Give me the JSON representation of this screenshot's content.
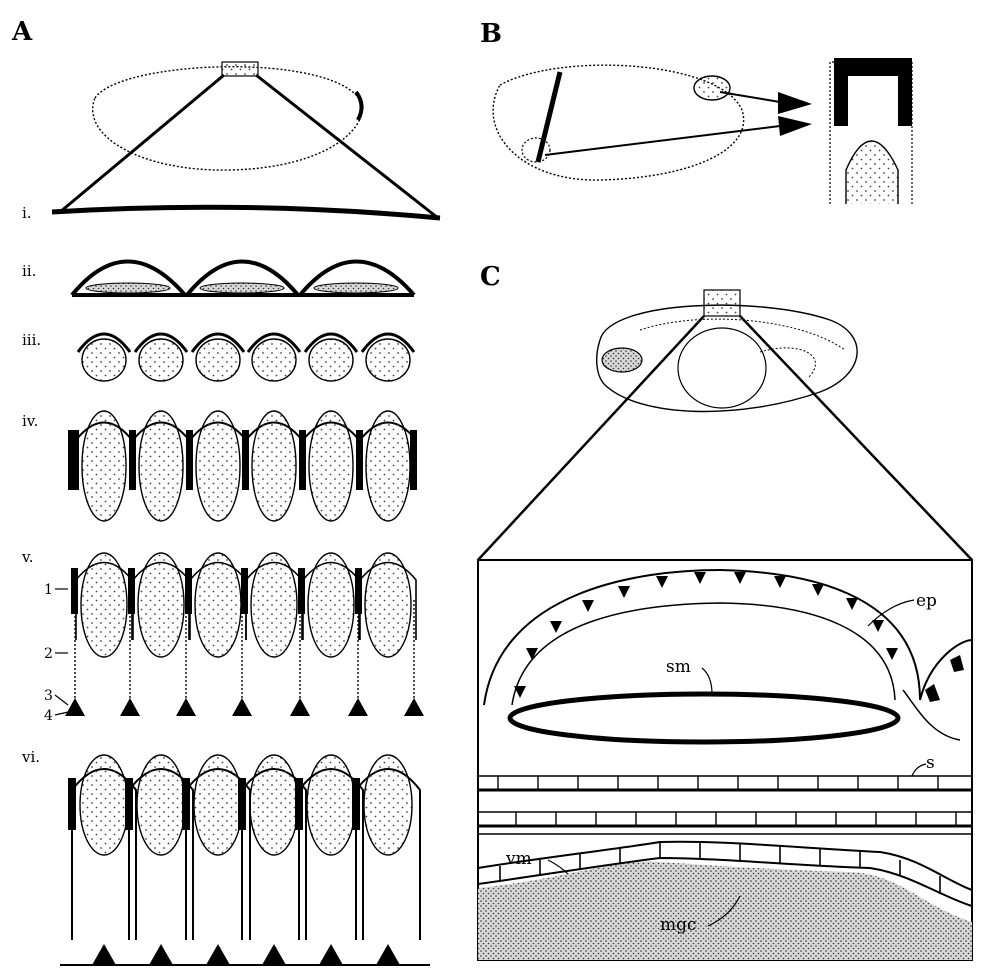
{
  "panels": {
    "a": {
      "letter": "A"
    },
    "b": {
      "letter": "B"
    },
    "c": {
      "letter": "C"
    }
  },
  "stages": {
    "i": "i.",
    "ii": "ii.",
    "iii": "iii.",
    "iv": "iv.",
    "v": "v.",
    "vi": "vi."
  },
  "numbered_labels": [
    "1",
    "2",
    "3",
    "4"
  ],
  "panel_c_labels": {
    "ep": "ep",
    "sm": "sm",
    "s": "s",
    "vm": "vm",
    "mgc": "mgc"
  },
  "colors": {
    "ink": "#000000",
    "paper": "#ffffff",
    "stipple": "#555555"
  }
}
